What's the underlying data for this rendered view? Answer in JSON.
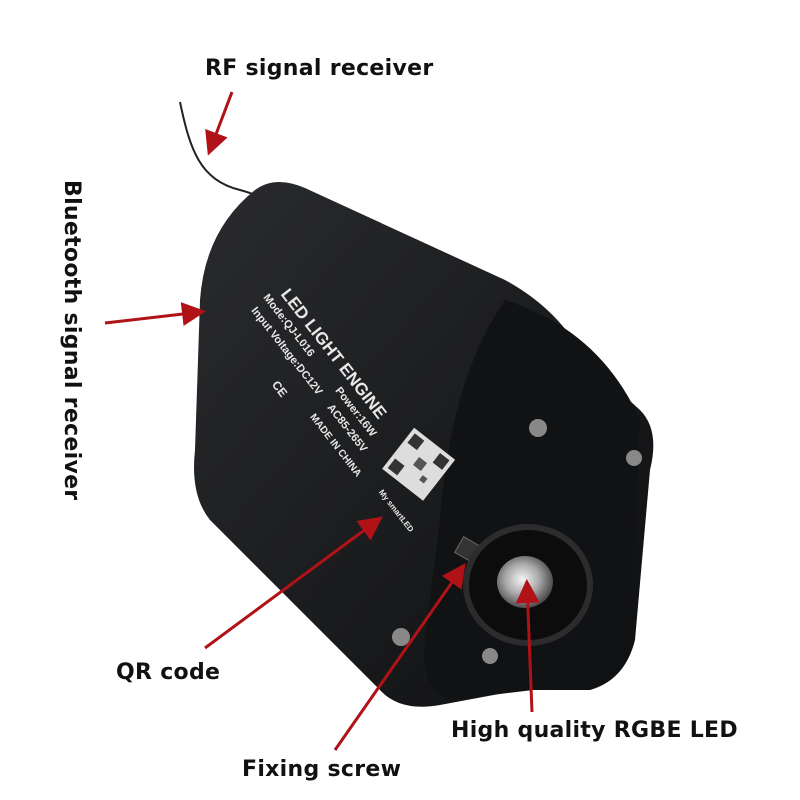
{
  "callouts": {
    "rf": "RF signal receiver",
    "bluetooth": "Bluetooth signal receiver",
    "qr": "QR code",
    "fixing": "Fixing screw",
    "led": "High quality RGBE LED"
  },
  "device_label": {
    "title": "LED LIGHT ENGINE",
    "model": "Mode:QJ-L016",
    "input": "Input Voltage:DC12V",
    "power": "Power:16W",
    "ac": "AC85-265V",
    "origin": "MADE IN CHINA",
    "app": "My smartLED",
    "ce": "CE"
  },
  "colors": {
    "arrow": "#b01218",
    "body": "#17181a"
  }
}
